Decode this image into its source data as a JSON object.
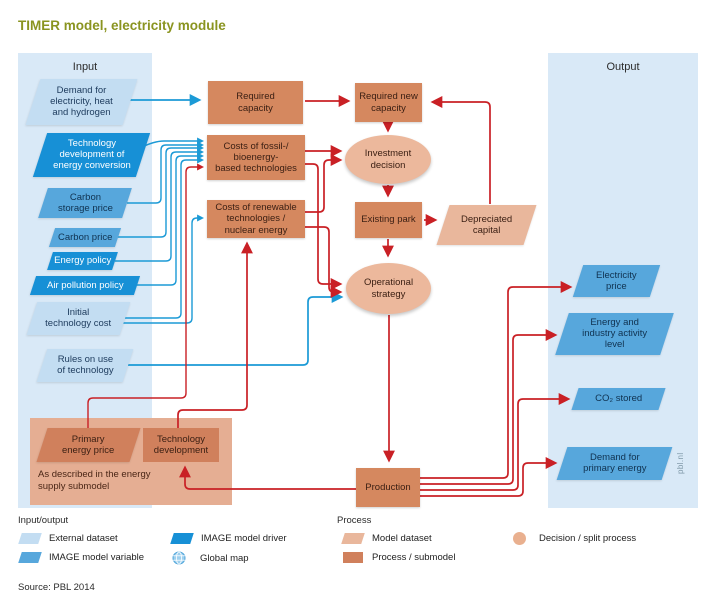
{
  "title": "TIMER model, electricity module",
  "panels": {
    "input_header": "Input",
    "output_header": "Output"
  },
  "nodes": {
    "demand_electricity": "Demand for\nelectricity, heat\nand hydrogen",
    "tech_dev_conversion": "Technology\ndevelopment of\nenergy conversion",
    "carbon_storage": "Carbon\nstorage price",
    "carbon_price": "Carbon price",
    "energy_policy": "Energy policy",
    "air_pollution": "Air pollution policy",
    "initial_tech": "Initial\ntechnology cost",
    "rules_use": "Rules on use\nof technology",
    "required_capacity": "Required\ncapacity",
    "costs_fossil": "Costs of fossil-/\nbioenergy-\nbased technologies",
    "costs_renewable": "Costs of renewable\ntechnologies /\nnuclear energy",
    "required_new": "Required new\ncapacity",
    "investment": "Investment\ndecision",
    "existing_park": "Existing park",
    "depreciated": "Depreciated\ncapital",
    "operational": "Operational\nstrategy",
    "production": "Production",
    "primary_energy_price": "Primary\nenergy price",
    "tech_development": "Technology\ndevelopment",
    "supply_note": "As described in the energy\nsupply submodel",
    "electricity_price": "Electricity\nprice",
    "energy_industry": "Energy and\nindustry activity\nlevel",
    "co2_stored": "CO₂ stored",
    "demand_primary": "Demand for\nprimary energy"
  },
  "legend": {
    "io_header": "Input/output",
    "process_header": "Process",
    "items": {
      "external": "External dataset",
      "variable": "IMAGE model variable",
      "driver": "IMAGE model driver",
      "global_map": "Global map",
      "model_dataset": "Model dataset",
      "process_submodel": "Process / submodel",
      "decision": "Decision / split process"
    }
  },
  "source": "Source: PBL 2014",
  "watermark": "pbl.nl",
  "colors": {
    "title_olive": "#8a9420",
    "arrow_red": "#c92025",
    "arrow_blue": "#1b9ad6",
    "panel_blue": "#d9e9f7",
    "external_dataset": "#c3ddf2",
    "image_model_variable": "#57a7dc",
    "image_model_driver": "#1790d6",
    "process_submodel": "#d5885f",
    "model_dataset": "#e9b79c",
    "decision_process": "#ecb89c"
  }
}
